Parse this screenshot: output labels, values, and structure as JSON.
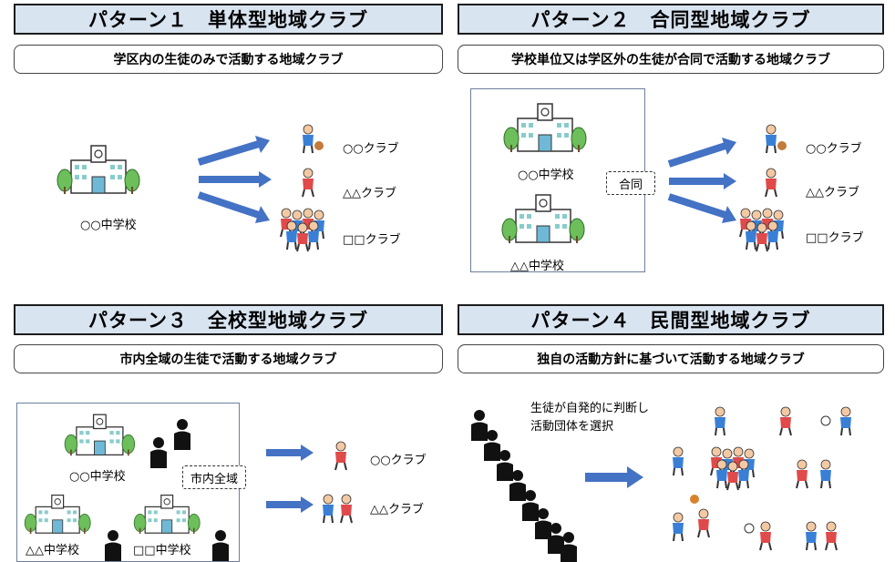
{
  "panel1": {
    "title": "パターン１　単体型地域クラブ",
    "subtitle": "学区内の生徒のみで活動する地域クラブ",
    "school": "○○中学校",
    "clubs": [
      "○○クラブ",
      "△△クラブ",
      "□□クラブ"
    ]
  },
  "panel2": {
    "title": "パターン２　合同型地域クラブ",
    "subtitle": "学校単位又は学区外の生徒が合同で活動する地域クラブ",
    "schools": [
      "○○中学校",
      "△△中学校"
    ],
    "join_label": "合同",
    "clubs": [
      "○○クラブ",
      "△△クラブ",
      "□□クラブ"
    ]
  },
  "panel3": {
    "title": "パターン３　全校型地域クラブ",
    "subtitle": "市内全域の生徒で活動する地域クラブ",
    "schools": [
      "○○中学校",
      "△△中学校",
      "□□中学校"
    ],
    "area_label": "市内全域",
    "clubs": [
      "○○クラブ",
      "△△クラブ"
    ]
  },
  "panel4": {
    "title": "パターン４　民間型地域クラブ",
    "subtitle": "独自の活動方針に基づいて活動する地域クラブ",
    "note_line1": "生徒が自発的に判断し",
    "note_line2": "活動団体を選択"
  },
  "colors": {
    "header_bg": "#d9e4f1",
    "arrow": "#4472c4",
    "box_border": "#6d7f9c"
  }
}
